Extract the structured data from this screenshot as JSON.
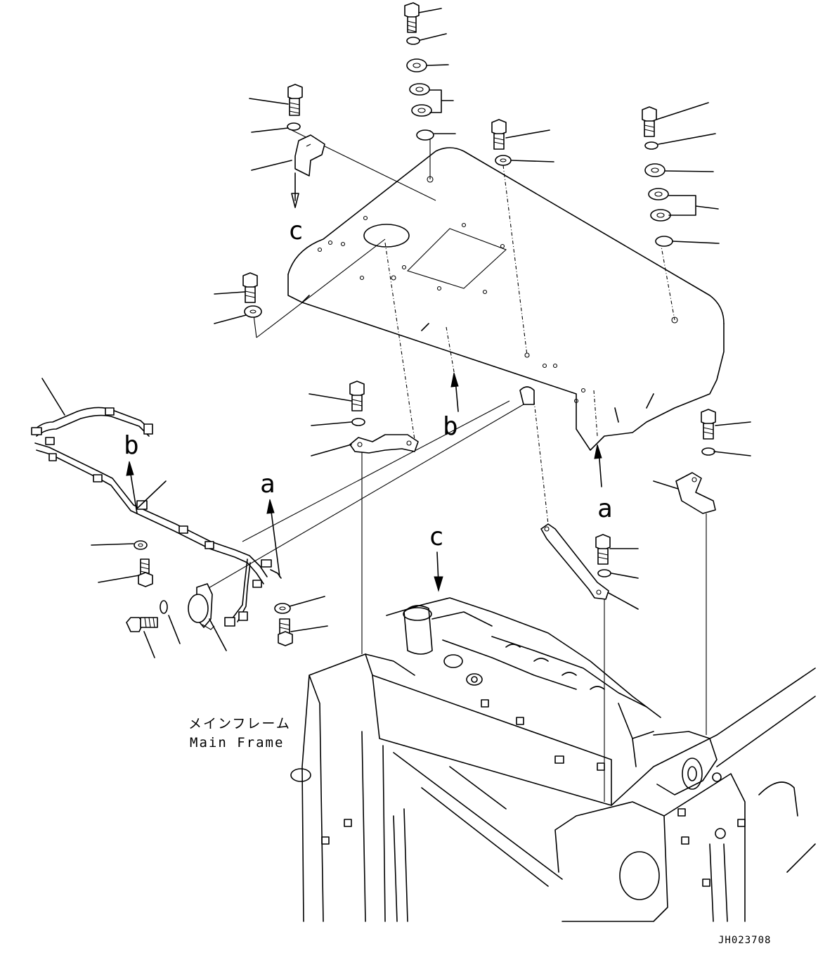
{
  "diagram": {
    "view_labels": [
      "a",
      "a",
      "b",
      "b",
      "c",
      "c"
    ],
    "frame_label_jp": "メインフレーム",
    "frame_label_en": "Main Frame",
    "drawing_code": "JH023708"
  }
}
